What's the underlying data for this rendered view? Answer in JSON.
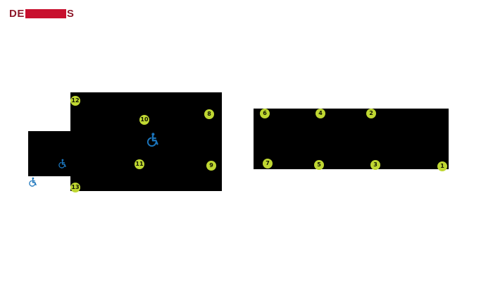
{
  "header": {
    "title_prefix": "DE",
    "title_suffix": "S"
  },
  "colors": {
    "marker_green": "#bfd732",
    "accessible_blue": "#1b75bc",
    "building_black": "#000000",
    "title_dark_red": "#8e1a2b",
    "title_highlight_red": "#c8102e"
  },
  "map": {
    "markers": [
      {
        "label": "1"
      },
      {
        "label": "2"
      },
      {
        "label": "3"
      },
      {
        "label": "4"
      },
      {
        "label": "5"
      },
      {
        "label": "6"
      },
      {
        "label": "7"
      },
      {
        "label": "8"
      },
      {
        "label": "9"
      },
      {
        "label": "10"
      },
      {
        "label": "11"
      },
      {
        "label": "12"
      },
      {
        "label": "13"
      }
    ]
  }
}
